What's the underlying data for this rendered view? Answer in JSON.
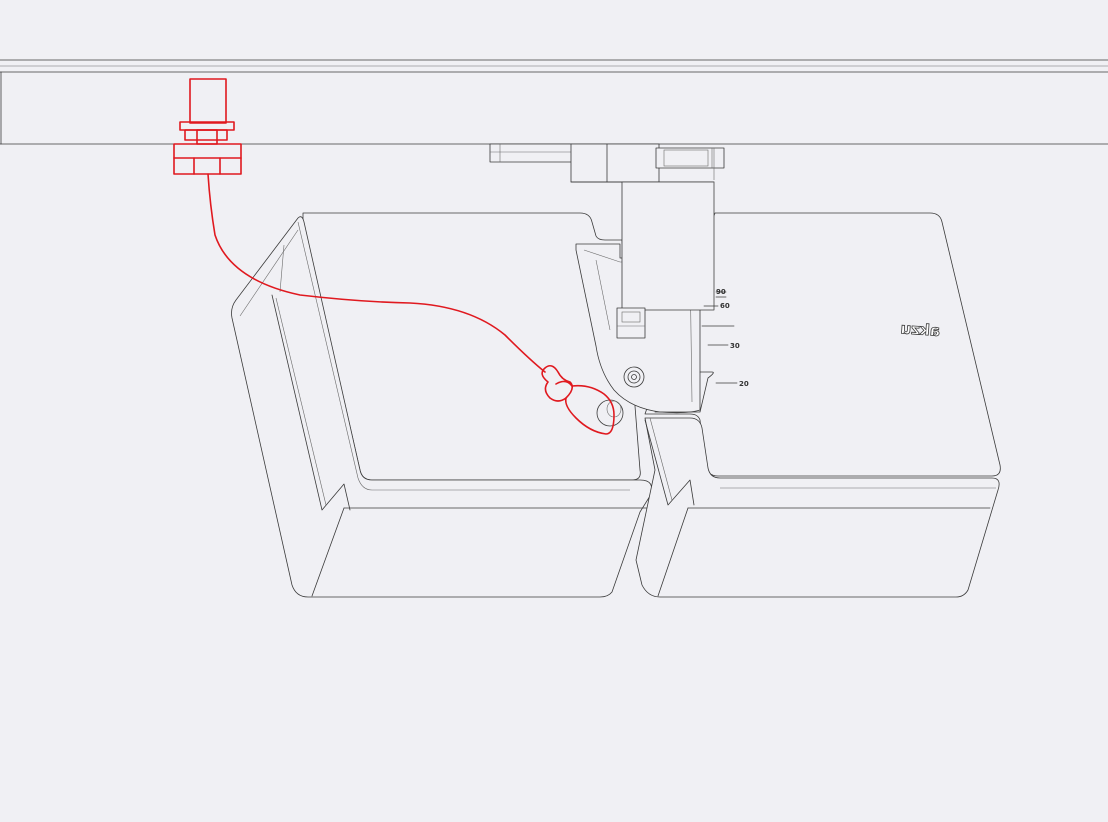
{
  "colors": {
    "background": "#f0f0f4",
    "line": "#3a3a3a",
    "accent": "#e0191f"
  },
  "logo": {
    "text": "akzu"
  },
  "scale": [
    {
      "label": "90"
    },
    {
      "label": "60"
    },
    {
      "label": "30"
    },
    {
      "label": "20"
    }
  ]
}
